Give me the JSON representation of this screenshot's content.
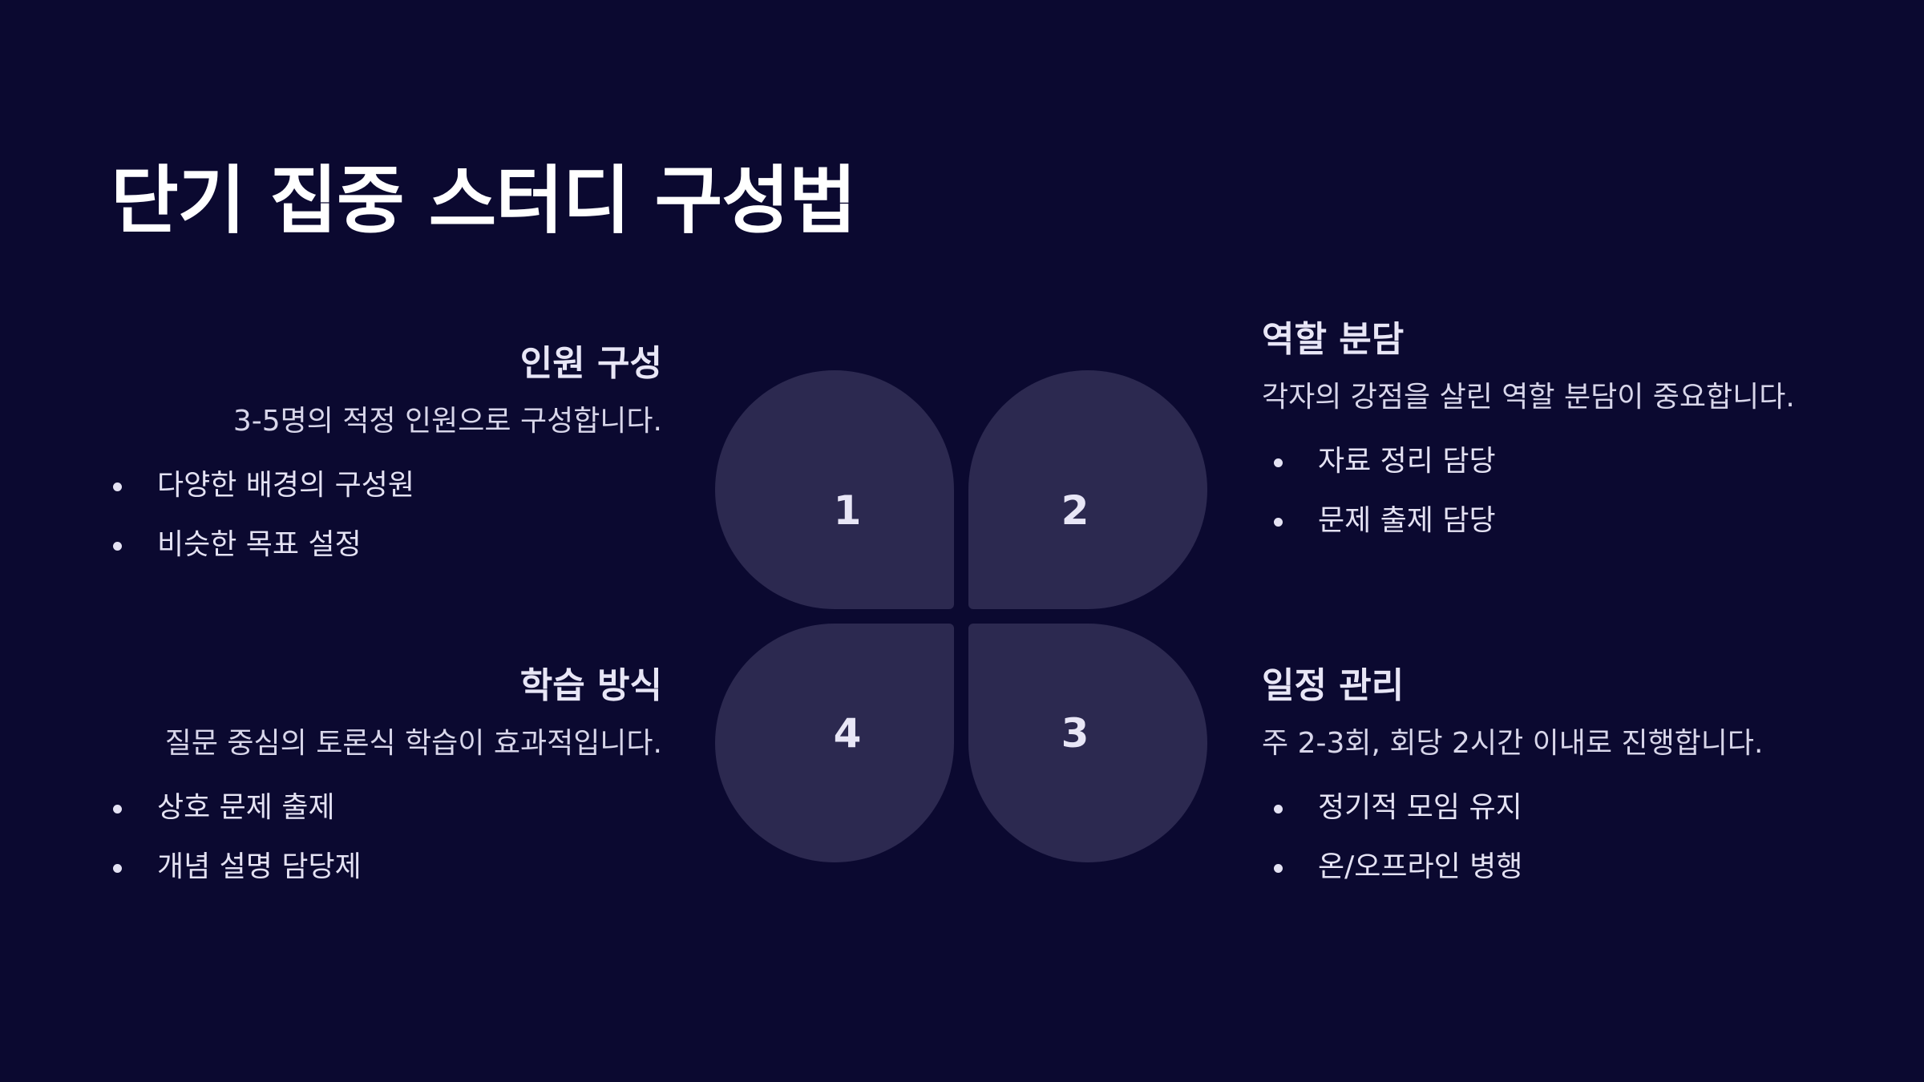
{
  "slide": {
    "title": "단기 집중 스터디 구성법"
  },
  "sections": {
    "members": {
      "heading": "인원 구성",
      "description": "3-5명의 적정 인원으로 구성합니다.",
      "bullets": [
        "다양한 배경의 구성원",
        "비슷한 목표 설정"
      ]
    },
    "roles": {
      "heading": "역할 분담",
      "description": "각자의 강점을 살린 역할 분담이 중요합니다.",
      "bullets": [
        "자료 정리 담당",
        "문제 출제 담당"
      ]
    },
    "method": {
      "heading": "학습 방식",
      "description": "질문 중심의 토론식 학습이 효과적입니다.",
      "bullets": [
        "상호 문제 출제",
        "개념 설명 담당제"
      ]
    },
    "schedule": {
      "heading": "일정 관리",
      "description": "주 2-3회, 회당 2시간 이내로 진행합니다.",
      "bullets": [
        "정기적 모임 유지",
        "온/오프라인 병행"
      ]
    }
  },
  "diagram": {
    "petals": [
      "1",
      "2",
      "3",
      "4"
    ],
    "petal_color": "#2c2950",
    "background_color": "#0b0930"
  }
}
